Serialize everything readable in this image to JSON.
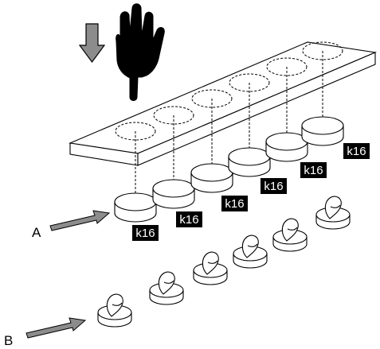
{
  "diagram": {
    "label_a": "A",
    "label_b": "B",
    "disc_label": "k16",
    "down_arrow_icon": "down-arrow-icon",
    "pointing_hand_icon": "pointing-hand-icon",
    "pointer_arrow_icon": "pointer-arrow-icon",
    "colors": {
      "stroke": "#000000",
      "fill": "#ffffff",
      "tag_bg": "#000000",
      "tag_text": "#ffffff",
      "arrow_gray": "#8c8c8c"
    }
  }
}
